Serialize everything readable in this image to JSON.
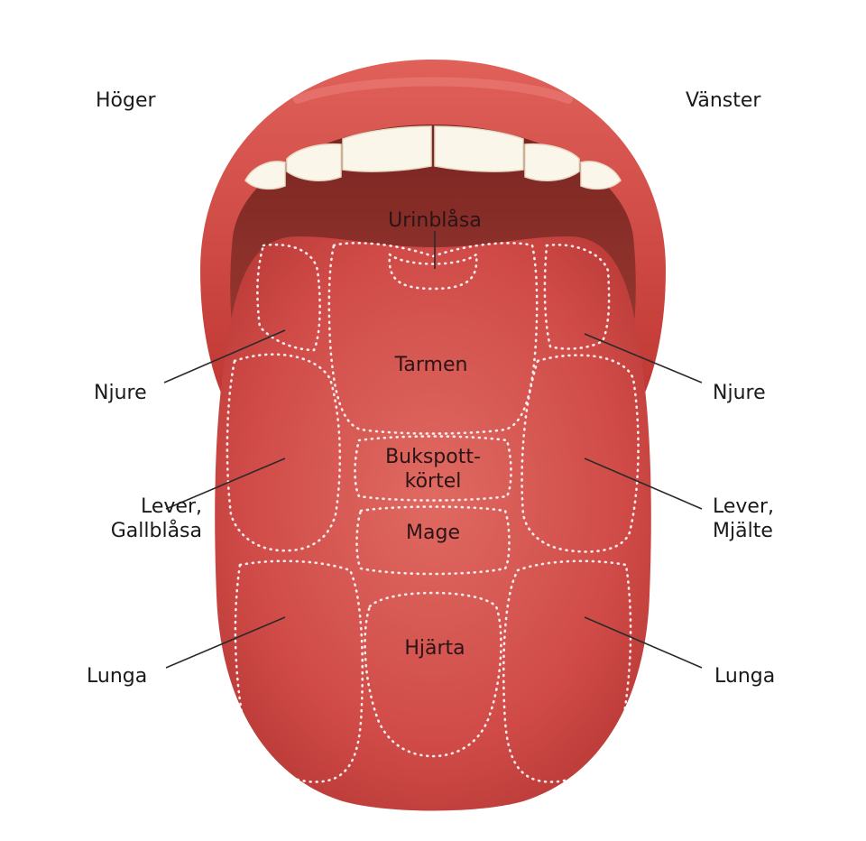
{
  "sides": {
    "right": "Höger",
    "left": "Vänster"
  },
  "organs": {
    "bladder": "Urinblåsa",
    "intestine": "Tarmen",
    "pancreas": [
      "Bukspott-",
      "körtel"
    ],
    "stomach": "Mage",
    "heart": "Hjärta"
  },
  "right_side": {
    "kidney": "Njure",
    "liver": [
      "Lever,",
      "Gallblåsa"
    ],
    "lung": "Lunga"
  },
  "left_side": {
    "kidney": "Njure",
    "liver": [
      "Lever,",
      "Mjälte"
    ],
    "lung": "Lunga"
  },
  "colors": {
    "lip": "#d94f4a",
    "lip_dark": "#b9302d",
    "mouth_inside": "#8e2f2a",
    "teeth": "#fbf6ea",
    "tongue": "#d2504c",
    "tongue_light": "#de6a62",
    "zone_dots": "#ffffff",
    "leader_line": "#2a2a2a"
  }
}
